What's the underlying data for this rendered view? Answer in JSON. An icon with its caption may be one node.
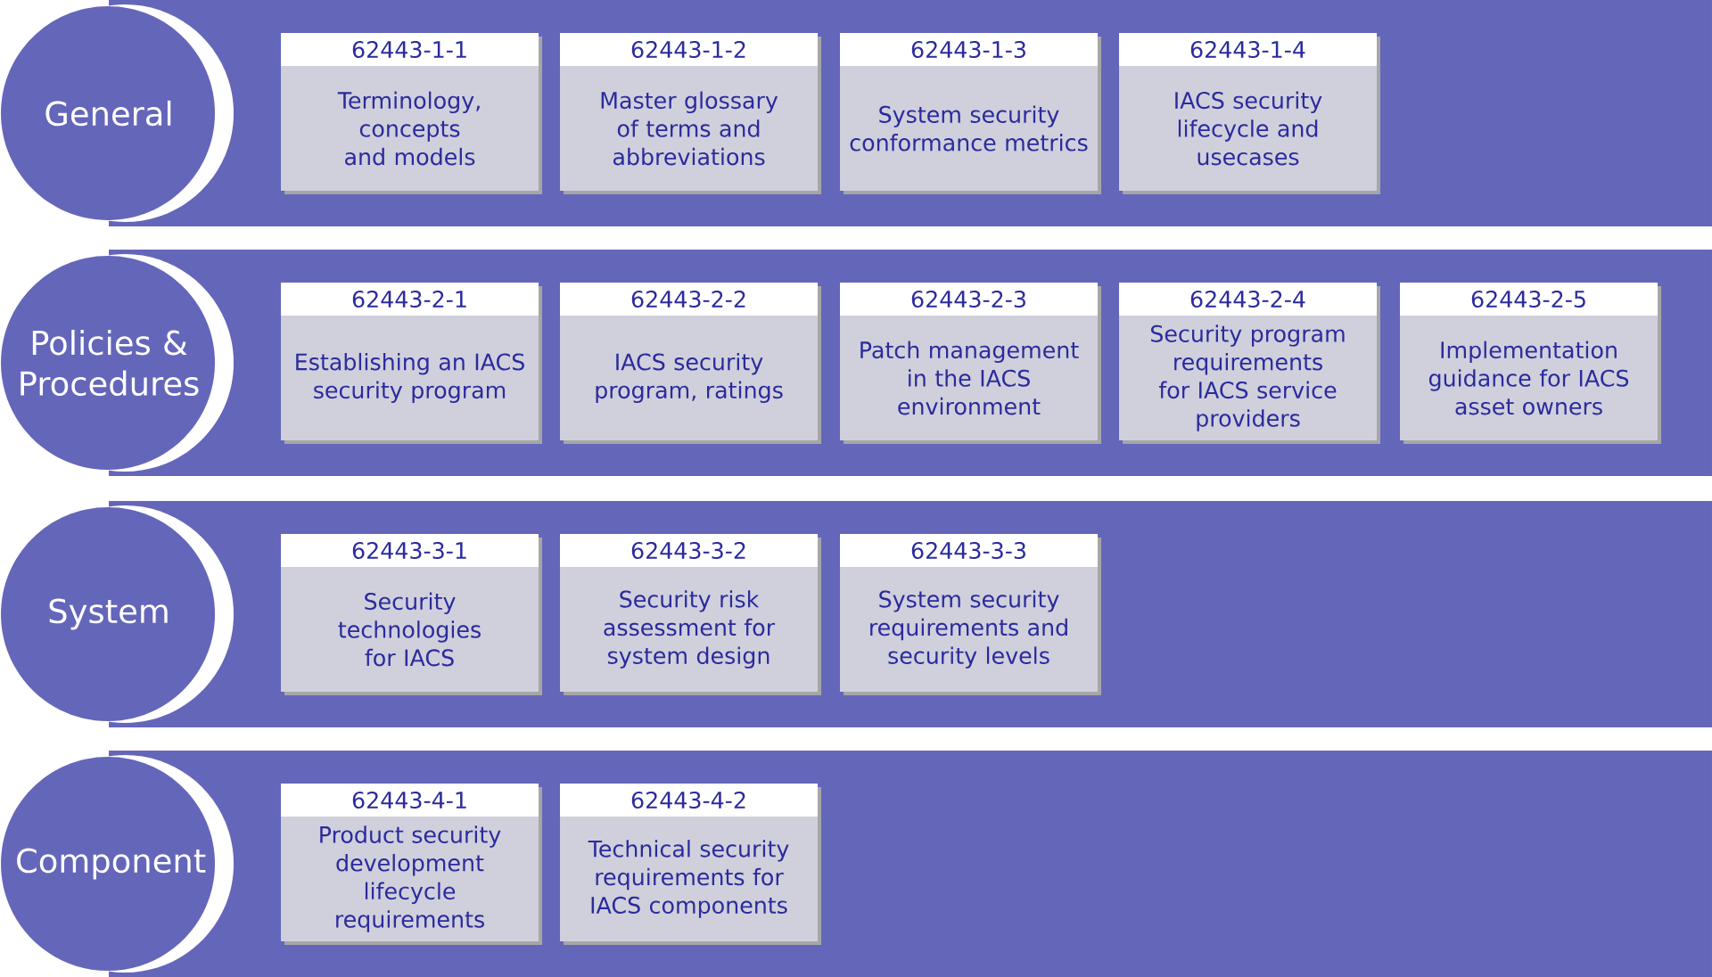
{
  "diagram": {
    "nodes": [
      {
        "text": [
          "General"
        ]
      },
      {
        "text": [
          "62443-1-1",
          "Terminology, concepts and models"
        ],
        "in": 0
      },
      {
        "text": [
          "62443-1-2",
          "Master glossary of terms and abbreviations"
        ],
        "in": 0
      },
      {
        "text": [
          "62443-1-3",
          "System security conformance metrics"
        ],
        "in": 0
      },
      {
        "text": [
          "62443-1-4",
          "IACS security lifecycle and usecases"
        ],
        "in": 0
      },
      {
        "text": [
          "Policies & Procedures"
        ]
      },
      {
        "text": [
          "62443-2-1",
          "Establishing an IACS security program"
        ],
        "in": 5
      },
      {
        "text": [
          "62443-2-2",
          "IACS security program, ratings"
        ],
        "in": 5
      },
      {
        "text": [
          "62443-2-3",
          "Patch management in the IACS environment"
        ],
        "in": 5
      },
      {
        "text": [
          "62443-2-4",
          "Security program requirements for IACS service providers"
        ],
        "in": 5
      },
      {
        "text": [
          "62443-2-5",
          "Implementation guidance for IACS asset owners"
        ],
        "in": 5
      },
      {
        "text": [
          "System"
        ]
      },
      {
        "text": [
          "62443-3-1",
          "Security technologies for IACS"
        ],
        "in": 11
      },
      {
        "text": [
          "62443-3-2",
          "Security risk assessment for system design"
        ],
        "in": 11
      },
      {
        "text": [
          "62443-3-3",
          "System security requirements and security levels"
        ],
        "in": 11
      },
      {
        "text": [
          "Component"
        ]
      },
      {
        "text": [
          "62443-4-1",
          "Product security development lifecycle requirements"
        ],
        "in": 15
      },
      {
        "text": [
          "62443-4-2",
          "Technical security requirements for IACS components"
        ],
        "in": 15
      }
    ]
  }
}
